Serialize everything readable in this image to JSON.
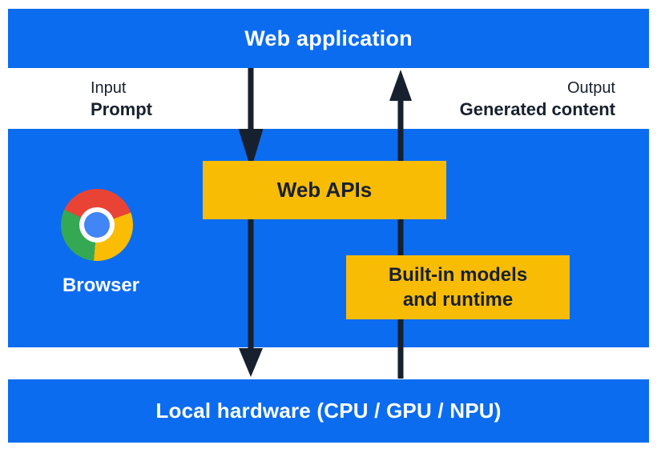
{
  "palette": {
    "blue": "#0b6cf0",
    "yellow": "#f9bc05",
    "ink": "#17202e",
    "white": "#ffffff",
    "chrome-red": "#e94335",
    "chrome-green": "#34a853",
    "chrome-yellow": "#fbbc04",
    "chrome-blue": "#4285f4"
  },
  "layers": {
    "web_application": "Web application",
    "browser": "Browser",
    "local_hardware": "Local hardware (CPU / GPU / NPU)"
  },
  "flows": {
    "input": {
      "label": "Input",
      "value": "Prompt",
      "direction": "down"
    },
    "output": {
      "label": "Output",
      "value": "Generated content",
      "direction": "up"
    }
  },
  "boxes": {
    "web_apis": {
      "label": "Web APIs"
    },
    "builtin_models": {
      "lines": [
        "Built-in models",
        "and runtime"
      ]
    }
  },
  "icons": {
    "chrome_logo": "chrome-browser-logo"
  }
}
